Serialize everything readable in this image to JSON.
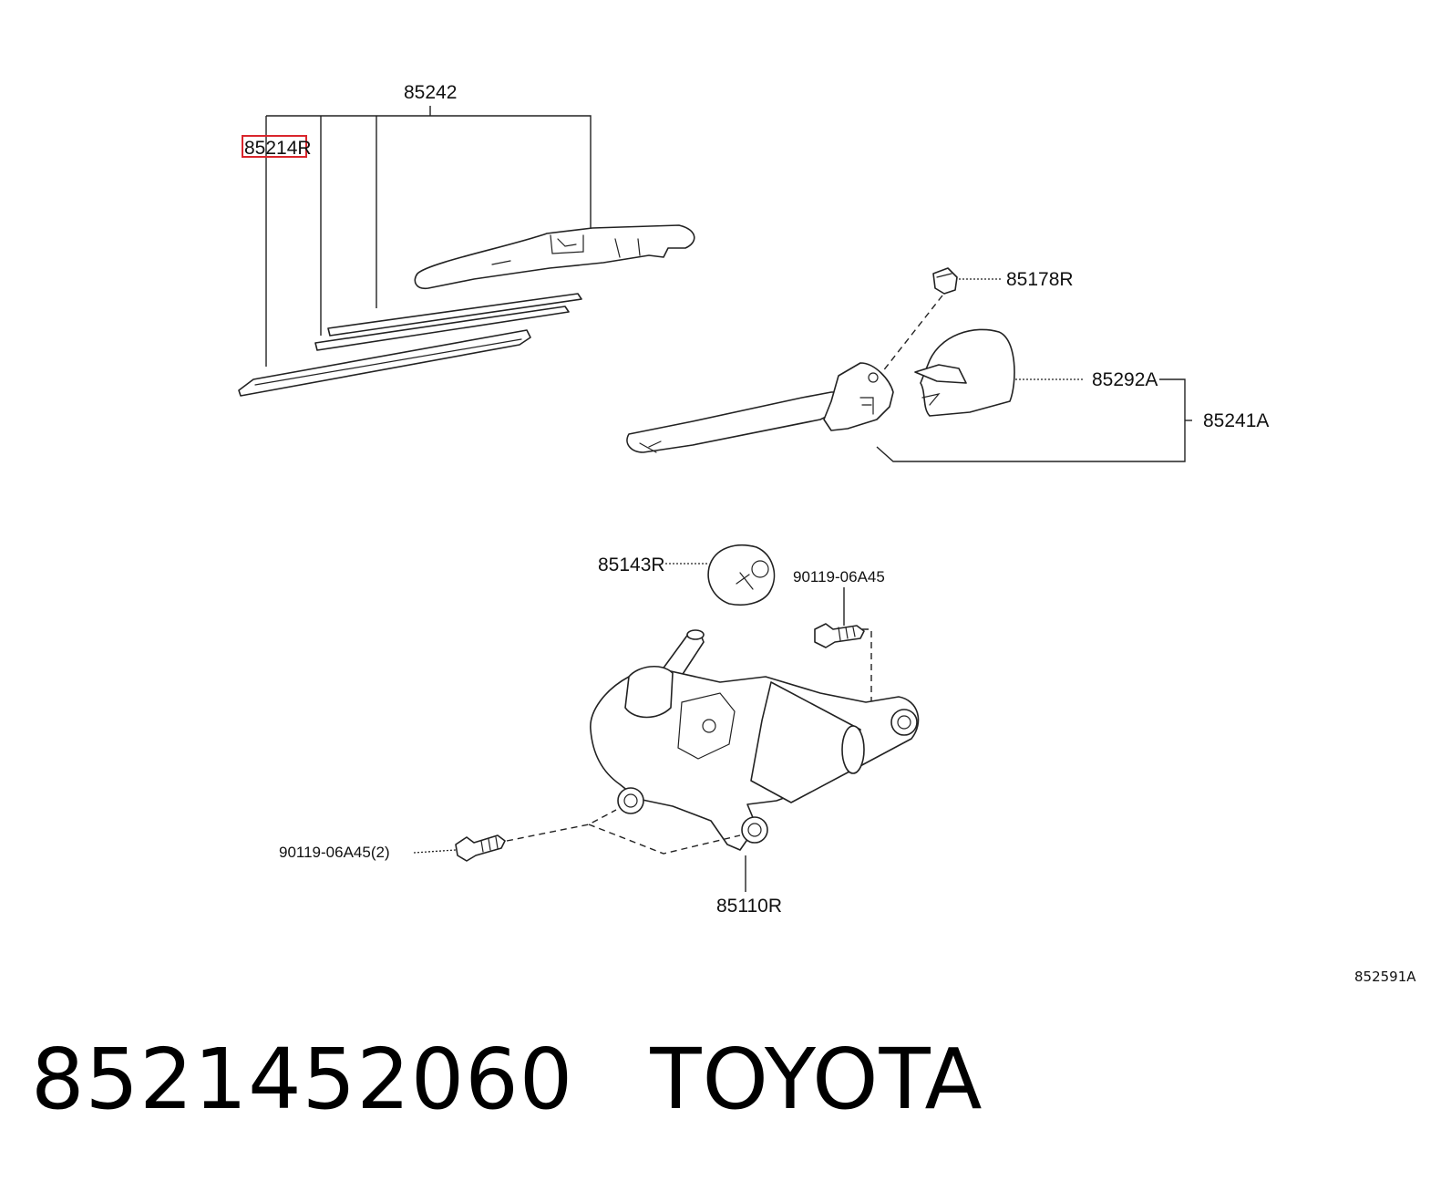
{
  "callouts": {
    "c85242": "85242",
    "c85214r": "85214R",
    "c85178r": "85178R",
    "c85292a": "85292A",
    "c85241a": "85241A",
    "c85143r": "85143R",
    "c9011906a45": "90119-06A45",
    "c9011906a45x2": "90119-06A45(2)",
    "c85110r": "85110R"
  },
  "diagram_ref": "852591A",
  "highlight_color": "#d9262c",
  "caption": {
    "part_number": "8521452060",
    "brand": "TOYOTA"
  }
}
